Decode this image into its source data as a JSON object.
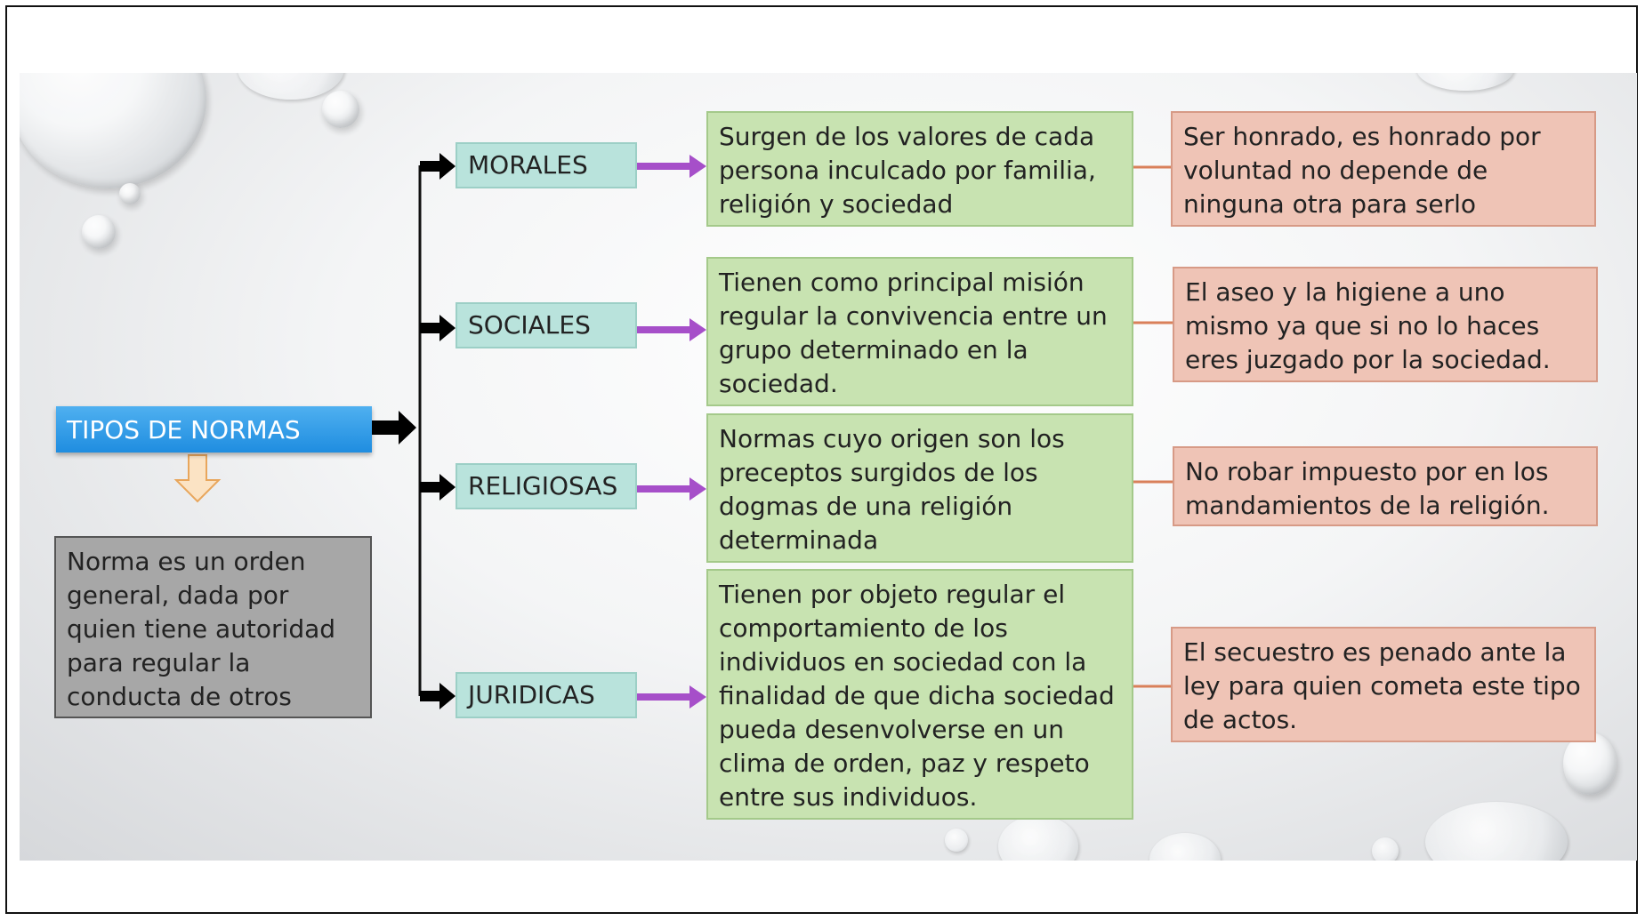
{
  "diagram": {
    "title": "TIPOS DE NORMAS",
    "definition": "Norma es un orden general, dada por quien tiene autoridad para regular la conducta de otros",
    "branches": [
      {
        "category": "MORALES",
        "description": "Surgen de los valores de cada persona inculcado por familia, religión y sociedad",
        "example": "Ser honrado, es honrado por voluntad no depende de ninguna otra para serlo"
      },
      {
        "category": "SOCIALES",
        "description": "Tienen como principal misión regular la convivencia entre un grupo determinado en la sociedad.",
        "example": "El aseo y la higiene a uno mismo ya que si no lo haces eres juzgado por la sociedad."
      },
      {
        "category": "RELIGIOSAS",
        "description": "Normas cuyo origen son los preceptos surgidos de los dogmas de una religión determinada",
        "example": "No robar impuesto por en los mandamientos de la religión."
      },
      {
        "category": "JURIDICAS",
        "description": "Tienen por objeto regular el comportamiento de los individuos en sociedad con la finalidad de que dicha sociedad pueda desenvolverse en un clima de orden, paz y respeto entre sus individuos.",
        "example": "El secuestro es penado ante la ley  para quien cometa este tipo de actos."
      }
    ]
  },
  "colors": {
    "title_box": "#2a96e6",
    "definition_box": "#a7a7a7",
    "category_box": "#b9e3dc",
    "description_box": "#c8e3b1",
    "example_box": "#efc4b6",
    "purple_arrow": "#a64fc9",
    "orange_line": "#d9805a",
    "down_arrow": "#f3c590"
  }
}
